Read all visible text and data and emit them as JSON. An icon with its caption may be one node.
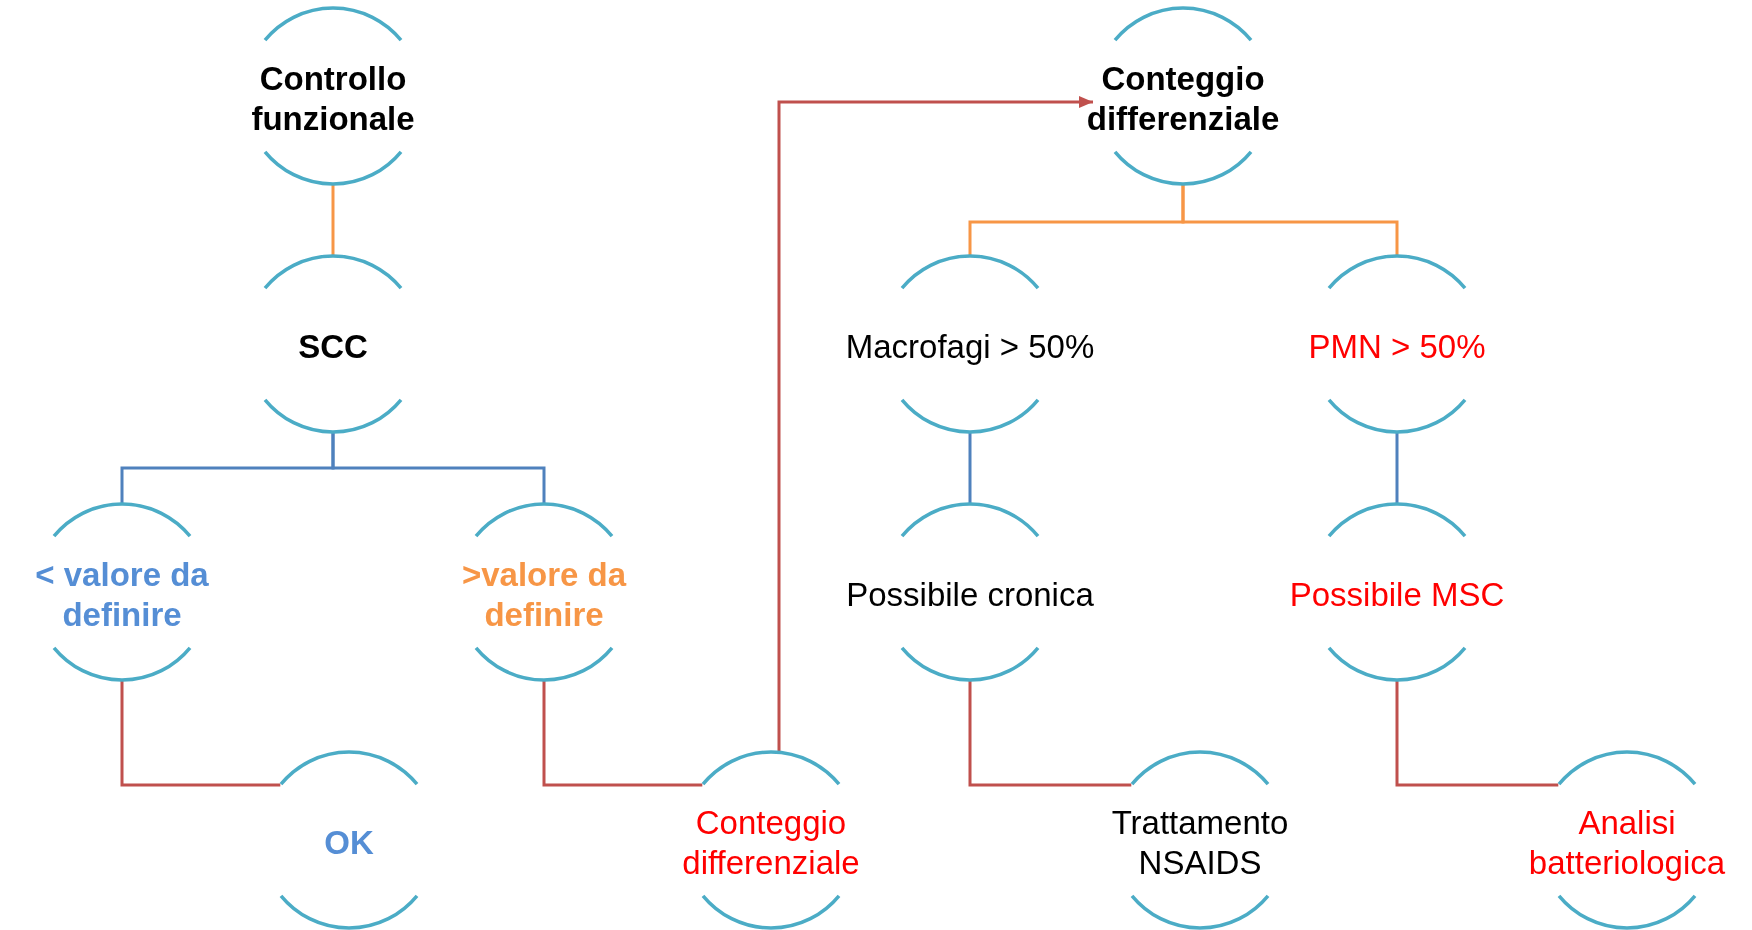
{
  "diagram": {
    "nodes": [
      {
        "text": [
          "Controllo funzionale"
        ]
      },
      {
        "text": [
          "SCC"
        ]
      },
      {
        "text": [
          "< valore da definire"
        ]
      },
      {
        "text": [
          ">valore da definire"
        ]
      },
      {
        "text": [
          "OK"
        ]
      },
      {
        "text": [
          "Conteggio differenziale"
        ]
      },
      {
        "text": [
          "Conteggio differenziale"
        ]
      },
      {
        "text": [
          "Macrofagi > 50%"
        ]
      },
      {
        "text": [
          "PMN > 50%"
        ]
      },
      {
        "text": [
          "Possibile cronica"
        ]
      },
      {
        "text": [
          "Possibile MSC"
        ]
      },
      {
        "text": [
          "Trattamento NSAIDS"
        ]
      },
      {
        "text": [
          "Analisi batteriologica"
        ]
      }
    ],
    "edges": [
      {
        "from": 0,
        "to": 1,
        "arrow": "none",
        "color": "#f79646"
      },
      {
        "from": 1,
        "to": 2,
        "arrow": "none",
        "color": "#4f81bd"
      },
      {
        "from": 1,
        "to": 3,
        "arrow": "none",
        "color": "#4f81bd"
      },
      {
        "from": 2,
        "to": 4,
        "arrow": "none",
        "color": "#c0504d"
      },
      {
        "from": 3,
        "to": 5,
        "arrow": "none",
        "color": "#c0504d"
      },
      {
        "from": 5,
        "to": 6,
        "arrow": "to",
        "color": "#c0504d"
      },
      {
        "from": 6,
        "to": 7,
        "arrow": "none",
        "color": "#f79646"
      },
      {
        "from": 6,
        "to": 8,
        "arrow": "none",
        "color": "#f79646"
      },
      {
        "from": 7,
        "to": 9,
        "arrow": "none",
        "color": "#4f81bd"
      },
      {
        "from": 8,
        "to": 10,
        "arrow": "none",
        "color": "#4f81bd"
      },
      {
        "from": 9,
        "to": 11,
        "arrow": "none",
        "color": "#c0504d"
      },
      {
        "from": 10,
        "to": 12,
        "arrow": "none",
        "color": "#c0504d"
      }
    ]
  }
}
